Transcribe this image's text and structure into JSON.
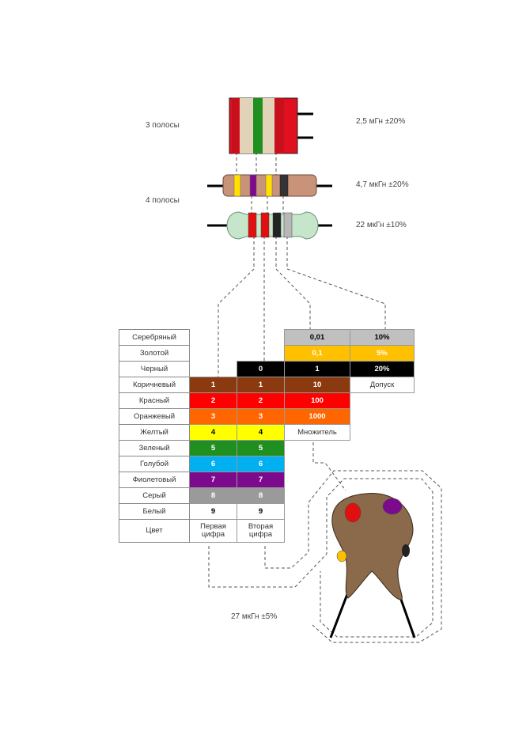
{
  "labels": {
    "three_bands": "3 полосы",
    "four_bands": "4 полосы",
    "ex1": "2,5 мГн ±20%",
    "ex2": "4,7 мкГн ±20%",
    "ex3": "22 мкГн ±10%",
    "ex4": "27 мкГн ±5%"
  },
  "colors": {
    "black": "#000000",
    "brown": "#8b3a0f",
    "red": "#ff0000",
    "orange": "#ff6600",
    "yellow": "#ffff00",
    "green": "#1f8f1f",
    "blue": "#00b0f0",
    "violet": "#7b0a8c",
    "gray": "#9a9a9a",
    "white": "#ffffff",
    "gold": "#ffc000",
    "silver": "#c0c0c0",
    "body_tan": "#c9937a",
    "body_mint": "#c6e6cc",
    "body_droplet": "#8a6a4a"
  },
  "table": {
    "header": {
      "color": "Цвет",
      "first": "Первая цифра",
      "second": "Вторая цифра",
      "multiplier": "Множитель",
      "tolerance": "Допуск"
    },
    "rows": [
      {
        "name": "Серебряный",
        "multiplier": "0,01",
        "tolerance": "10%"
      },
      {
        "name": "Золотой",
        "multiplier": "0,1",
        "tolerance": "5%"
      },
      {
        "name": "Черный",
        "second": "0",
        "multiplier": "1",
        "tolerance": "20%"
      },
      {
        "name": "Коричневый",
        "first": "1",
        "second": "1",
        "multiplier": "10"
      },
      {
        "name": "Красный",
        "first": "2",
        "second": "2",
        "multiplier": "100"
      },
      {
        "name": "Оранжевый",
        "first": "3",
        "second": "3",
        "multiplier": "1000"
      },
      {
        "name": "Желтый",
        "first": "4",
        "second": "4"
      },
      {
        "name": "Зеленый",
        "first": "5",
        "second": "5"
      },
      {
        "name": "Голубой",
        "first": "6",
        "second": "6"
      },
      {
        "name": "Фиолетовый",
        "first": "7",
        "second": "7"
      },
      {
        "name": "Серый",
        "first": "8",
        "second": "8"
      },
      {
        "name": "Белый",
        "first": "9",
        "second": "9"
      }
    ]
  }
}
